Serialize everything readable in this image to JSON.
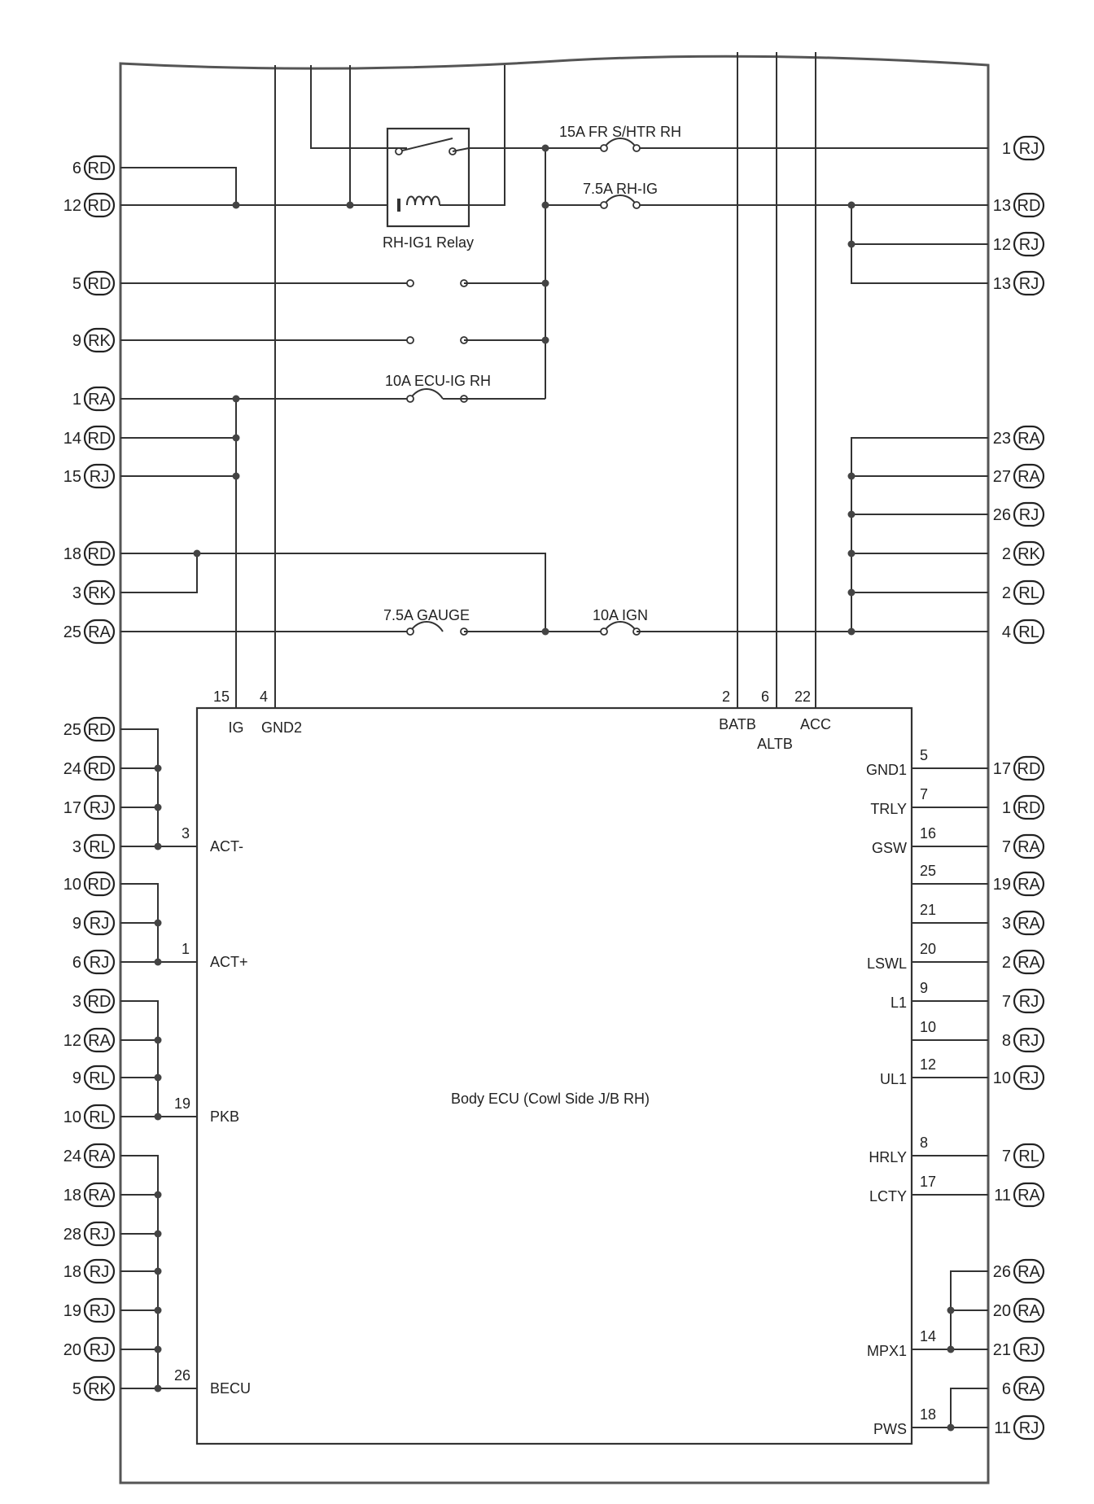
{
  "fuses": {
    "fr_shtr": "15A FR S/HTR RH",
    "rh_ig": "7.5A RH-IG",
    "ecu_ig": "10A ECU-IG RH",
    "gauge": "7.5A GAUGE",
    "ign": "10A IGN"
  },
  "relay": {
    "label": "RH-IG1 Relay"
  },
  "ecu": {
    "title": "Body ECU (Cowl Side J/B RH)",
    "top_pins": [
      {
        "num": "15",
        "name": "IG"
      },
      {
        "num": "4",
        "name": "GND2"
      },
      {
        "num": "2",
        "name": "BATB"
      },
      {
        "num": "6",
        "name": "ALTB"
      },
      {
        "num": "22",
        "name": "ACC"
      }
    ],
    "left_pins": [
      {
        "num": "3",
        "name": "ACT-"
      },
      {
        "num": "1",
        "name": "ACT+"
      },
      {
        "num": "19",
        "name": "PKB"
      },
      {
        "num": "26",
        "name": "BECU"
      }
    ],
    "right_pins": [
      {
        "num": "5",
        "name": "GND1"
      },
      {
        "num": "7",
        "name": "TRLY"
      },
      {
        "num": "16",
        "name": "GSW"
      },
      {
        "num": "25",
        "name": ""
      },
      {
        "num": "21",
        "name": ""
      },
      {
        "num": "20",
        "name": "LSWL"
      },
      {
        "num": "9",
        "name": "L1"
      },
      {
        "num": "10",
        "name": ""
      },
      {
        "num": "12",
        "name": "UL1"
      },
      {
        "num": "8",
        "name": "HRLY"
      },
      {
        "num": "17",
        "name": "LCTY"
      },
      {
        "num": "14",
        "name": "MPX1"
      },
      {
        "num": "18",
        "name": "PWS"
      }
    ]
  },
  "left_connectors": [
    {
      "pin": "6",
      "conn": "RD"
    },
    {
      "pin": "12",
      "conn": "RD"
    },
    {
      "pin": "5",
      "conn": "RD"
    },
    {
      "pin": "9",
      "conn": "RK"
    },
    {
      "pin": "1",
      "conn": "RA"
    },
    {
      "pin": "14",
      "conn": "RD"
    },
    {
      "pin": "15",
      "conn": "RJ"
    },
    {
      "pin": "18",
      "conn": "RD"
    },
    {
      "pin": "3",
      "conn": "RK"
    },
    {
      "pin": "25",
      "conn": "RA"
    },
    {
      "pin": "25",
      "conn": "RD"
    },
    {
      "pin": "24",
      "conn": "RD"
    },
    {
      "pin": "17",
      "conn": "RJ"
    },
    {
      "pin": "3",
      "conn": "RL"
    },
    {
      "pin": "10",
      "conn": "RD"
    },
    {
      "pin": "9",
      "conn": "RJ"
    },
    {
      "pin": "6",
      "conn": "RJ"
    },
    {
      "pin": "3",
      "conn": "RD"
    },
    {
      "pin": "12",
      "conn": "RA"
    },
    {
      "pin": "9",
      "conn": "RL"
    },
    {
      "pin": "10",
      "conn": "RL"
    },
    {
      "pin": "24",
      "conn": "RA"
    },
    {
      "pin": "18",
      "conn": "RA"
    },
    {
      "pin": "28",
      "conn": "RJ"
    },
    {
      "pin": "18",
      "conn": "RJ"
    },
    {
      "pin": "19",
      "conn": "RJ"
    },
    {
      "pin": "20",
      "conn": "RJ"
    },
    {
      "pin": "5",
      "conn": "RK"
    }
  ],
  "right_connectors": [
    {
      "pin": "1",
      "conn": "RJ"
    },
    {
      "pin": "13",
      "conn": "RD"
    },
    {
      "pin": "12",
      "conn": "RJ"
    },
    {
      "pin": "13",
      "conn": "RJ"
    },
    {
      "pin": "23",
      "conn": "RA"
    },
    {
      "pin": "27",
      "conn": "RA"
    },
    {
      "pin": "26",
      "conn": "RJ"
    },
    {
      "pin": "2",
      "conn": "RK"
    },
    {
      "pin": "2",
      "conn": "RL"
    },
    {
      "pin": "4",
      "conn": "RL"
    },
    {
      "pin": "17",
      "conn": "RD"
    },
    {
      "pin": "1",
      "conn": "RD"
    },
    {
      "pin": "7",
      "conn": "RA"
    },
    {
      "pin": "19",
      "conn": "RA"
    },
    {
      "pin": "3",
      "conn": "RA"
    },
    {
      "pin": "2",
      "conn": "RA"
    },
    {
      "pin": "7",
      "conn": "RJ"
    },
    {
      "pin": "8",
      "conn": "RJ"
    },
    {
      "pin": "10",
      "conn": "RJ"
    },
    {
      "pin": "7",
      "conn": "RL"
    },
    {
      "pin": "11",
      "conn": "RA"
    },
    {
      "pin": "26",
      "conn": "RA"
    },
    {
      "pin": "20",
      "conn": "RA"
    },
    {
      "pin": "21",
      "conn": "RJ"
    },
    {
      "pin": "6",
      "conn": "RA"
    },
    {
      "pin": "11",
      "conn": "RJ"
    }
  ]
}
